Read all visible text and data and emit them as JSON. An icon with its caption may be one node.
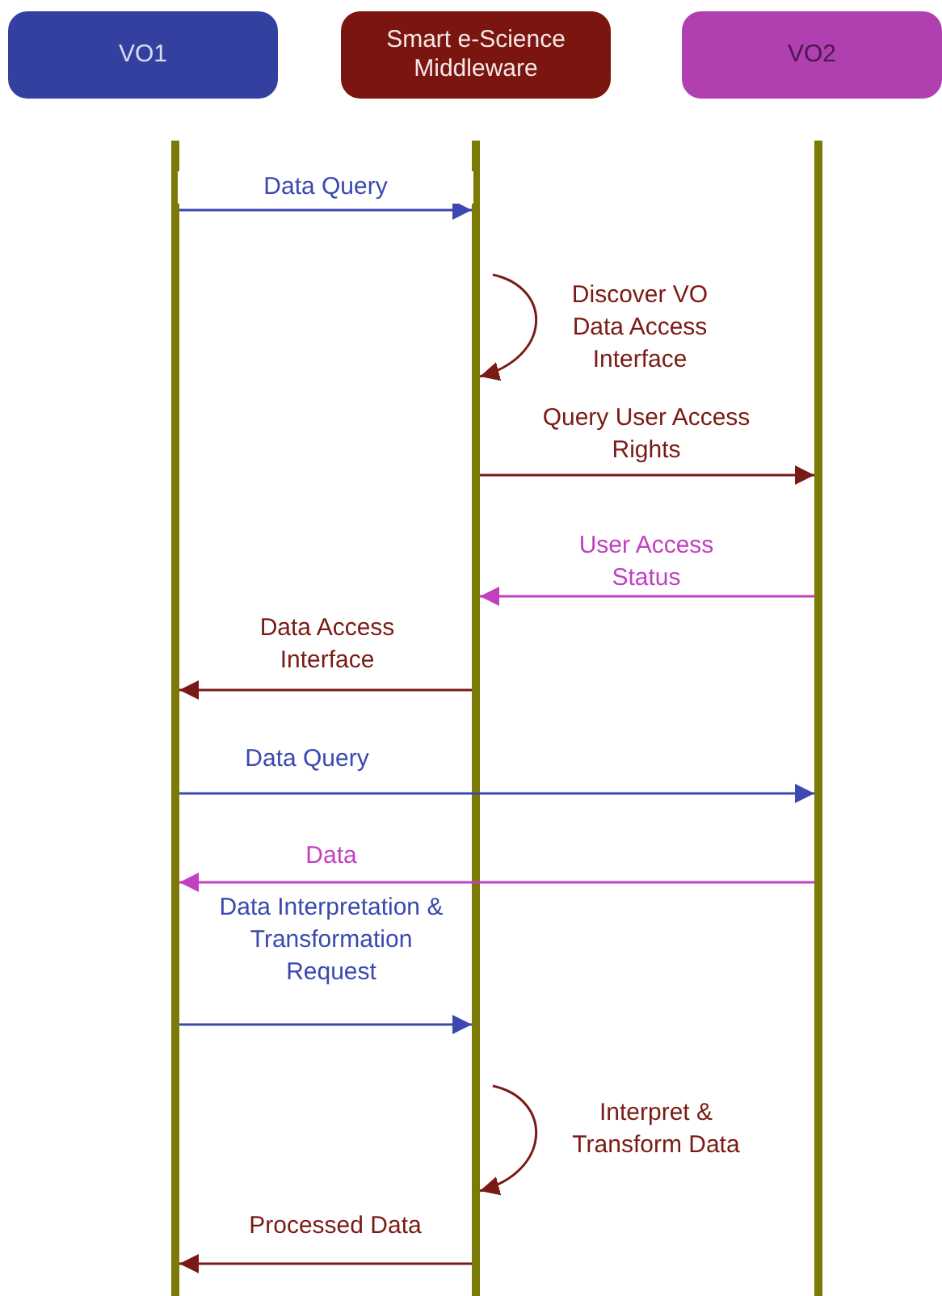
{
  "diagram": {
    "nodes": [
      {
        "text": [
          "VO1"
        ]
      },
      {
        "text": [
          "Smart e-Science Middleware"
        ]
      },
      {
        "text": [
          "VO2"
        ]
      },
      {
        "text": [],
        "shape": "bar"
      },
      {
        "text": [],
        "shape": "bar"
      },
      {
        "text": [],
        "shape": "bar"
      }
    ],
    "edges": [
      {
        "from": 3,
        "to": 4,
        "arrow": "to",
        "label": "Data Query",
        "color": "#3a48b0"
      },
      {
        "from": 4,
        "to": 4,
        "arrow": "to",
        "label": "Discover VO Data Access Interface",
        "color": "#7a1a14"
      },
      {
        "from": 4,
        "to": 5,
        "arrow": "to",
        "label": "Query User Access Rights",
        "color": "#7a1a14"
      },
      {
        "from": 5,
        "to": 4,
        "arrow": "to",
        "label": "User Access Status",
        "color": "#c040c0"
      },
      {
        "from": 4,
        "to": 3,
        "arrow": "to",
        "label": "Data Access Interface",
        "color": "#7a1a14"
      },
      {
        "from": 3,
        "to": 5,
        "arrow": "to",
        "label": "Data Query",
        "color": "#3a48b0"
      },
      {
        "from": 5,
        "to": 3,
        "arrow": "to",
        "label": "Data",
        "color": "#c040c0"
      },
      {
        "from": 3,
        "to": 4,
        "arrow": "to",
        "label": "Data Interpretation & Transformation Request",
        "color": "#3a48b0"
      },
      {
        "from": 4,
        "to": 4,
        "arrow": "to",
        "label": "Interpret & Transform Data",
        "color": "#7a1a14"
      },
      {
        "from": 4,
        "to": 3,
        "arrow": "to",
        "label": "Processed Data",
        "color": "#7a1a14"
      }
    ]
  }
}
